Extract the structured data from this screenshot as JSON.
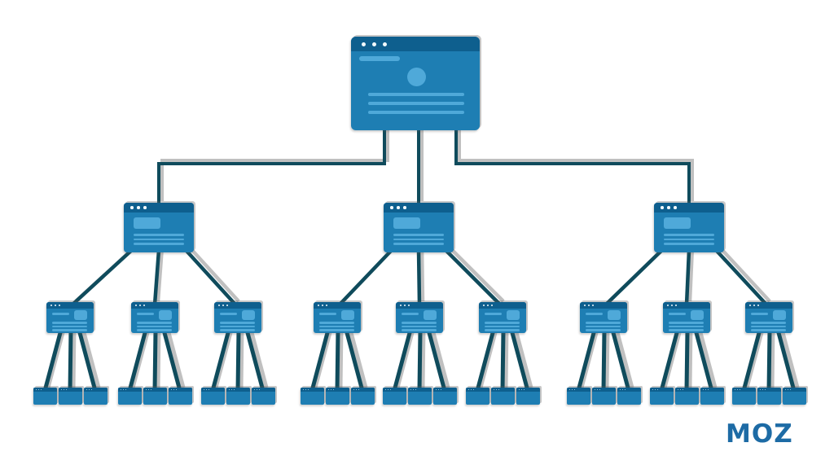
{
  "diagram": {
    "type": "hierarchy-tree",
    "subject": "site-structure",
    "branching_factor": 3,
    "levels": [
      {
        "id": "homepage",
        "count": 1,
        "node_style": "large-browser-window"
      },
      {
        "id": "category",
        "count": 3,
        "node_style": "medium-browser-window"
      },
      {
        "id": "subcategory",
        "count": 9,
        "node_style": "small-browser-window"
      },
      {
        "id": "detail",
        "count": 27,
        "node_style": "tiny-browser-window"
      }
    ]
  },
  "branding": {
    "logo_text": "MOZ"
  },
  "colors": {
    "background": "#ffffff",
    "window_header": "#0e5f8e",
    "window_body": "#1e7eb3",
    "accent_light": "#4fa9d9",
    "dot_white": "#f2fafd",
    "tiny_dot": "#a8d8ef",
    "connector": "#0f4b5c",
    "logo": "#1d6ba5",
    "shadow_grey": "#5a5a5a"
  }
}
